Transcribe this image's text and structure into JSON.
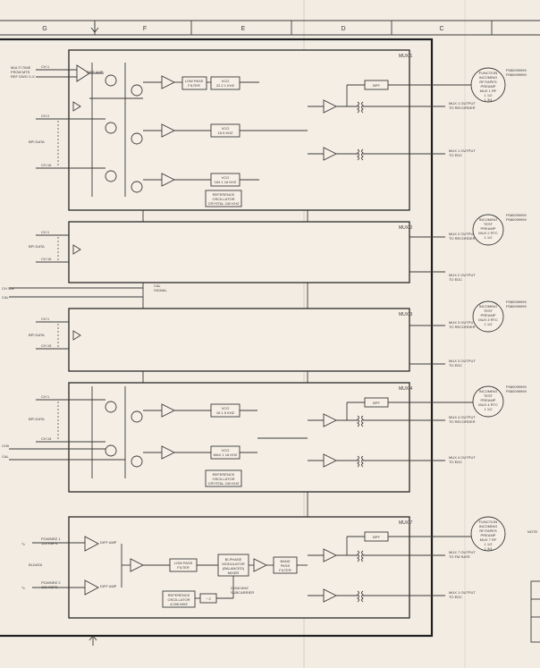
{
  "grid": {
    "columns": [
      "G",
      "F",
      "E",
      "D",
      "C"
    ]
  },
  "mux1": {
    "label": "MUX 1",
    "input_top": {
      "name": "CH 1",
      "note_lines": [
        "MULTI TIME",
        "FROM MTS",
        "REF DWG X-X"
      ]
    },
    "diff_amp": "DIFF AMP",
    "channels": [
      "CH 2",
      "CH 16"
    ],
    "data_label": "BPI DATA",
    "lowpass": [
      "LOW PASS",
      "FILTER"
    ],
    "vco1": [
      "VCO",
      "22.2 1 KHZ"
    ],
    "vco2": [
      "VCO",
      "16.5 KHZ"
    ],
    "vco3": [
      "VCO",
      "164 1 16 KHZ"
    ],
    "refosc": [
      "REFERENCE",
      "OSCILLATOR",
      "CRYSTAL 240 KHZ"
    ],
    "bpf": "BPF",
    "out1": [
      "MUX 1 OUTPUT",
      "TO RECORDER"
    ],
    "out2": [
      "MUX 1 OUTPUT",
      "TO EDC"
    ],
    "callout": [
      "FUNCTION",
      "INCOMING",
      "RF/TAPES",
      "PREAMP",
      "MUX 1 RF",
      "1 1/2",
      "1 3/4"
    ],
    "side_code": [
      "P080099999",
      "P080099999"
    ]
  },
  "mux2": {
    "label": "MUX 2",
    "channels": [
      "CH 1",
      "CH 16"
    ],
    "data_label": "BPI DATA",
    "out1": [
      "MUX 2 OUTPUT",
      "TO RECORDER"
    ],
    "out2": [
      "MUX 2 OUTPUT",
      "TO EDC"
    ],
    "callout": [
      "INCOMING",
      "TEST",
      "PREAMP",
      "MUX 2 RTC",
      "1 1/2"
    ],
    "side_code": [
      "P080099999",
      "P080099999"
    ],
    "left_notes": [
      "CH 108",
      "CAL"
    ],
    "cal_note": [
      "CAL",
      "SIGNAL"
    ]
  },
  "mux3": {
    "label": "MUX 3",
    "channels": [
      "CH 1",
      "CH 15"
    ],
    "data_label": "BPI DATA",
    "out1": [
      "MUX 3 OUTPUT",
      "TO RECORDER"
    ],
    "out2": [
      "MUX 3 OUTPUT",
      "TO EDC"
    ],
    "callout": [
      "INCOMING",
      "TEST",
      "PREAMP",
      "MUX 3 RTC",
      "1 1/2"
    ],
    "side_code": [
      "P080099999",
      "P080099999"
    ]
  },
  "mux4": {
    "label": "MUX 4",
    "channels": [
      "CH 1",
      "CH 15"
    ],
    "data_label": "BPI DATA",
    "vco1": [
      "VCO",
      "16 1 5 KHZ"
    ],
    "vco2": [
      "VCO",
      "MAX 1 16 KHZ"
    ],
    "refosc": [
      "REFERENCE",
      "OSCILLATOR",
      "CRYSTAL 240 KHZ"
    ],
    "bpf": "BPF",
    "out1": [
      "MUX 4 OUTPUT",
      "TO RECORDER"
    ],
    "out2": [
      "MUX 4 OUTPUT",
      "TO EDC"
    ],
    "callout": [
      "INCOMING",
      "TEST",
      "PREAMP",
      "MUX 4 RTC",
      "1 1/2"
    ],
    "side_code": [
      "P080099999",
      "P080099999"
    ],
    "left_notes": [
      "CH0",
      "CAL"
    ]
  },
  "mux7": {
    "label": "MUX 7",
    "input1": [
      "PCM/NRZ 1",
      "128 KBPS"
    ],
    "input2": [
      "PCM/NRZ 2",
      "128 KBPS"
    ],
    "data_label": "BI-DATA",
    "diff_amp1": "DIFF AMP",
    "diff_amp2": "DIFF AMP",
    "lowpass": [
      "LOW PASS",
      "FILTER"
    ],
    "modulator": [
      "BI-PHASE",
      "MODULATOR",
      "(BALANCED)",
      "MIXER"
    ],
    "bpf_mid": [
      "BAND",
      "PASS",
      "FILTER"
    ],
    "refosc": [
      "REFERENCE",
      "OSCILLATOR",
      "4.096 MHZ"
    ],
    "divider": "÷ 2",
    "subcarrier": [
      "2.048 MHZ",
      "SUBCARRIER"
    ],
    "bpf": "BPF",
    "out1": [
      "MUX 7 OUTPUT",
      "TO FM RATE"
    ],
    "out2": [
      "MUX 1 OUTPUT",
      "TO EDC"
    ],
    "callout": [
      "FUNCTION",
      "INCOMING",
      "RF/TAPES",
      "PREAMP",
      "MUX 7 RF",
      "1 1/2",
      "1 3/4"
    ],
    "side_code": [
      "NOTE"
    ]
  }
}
